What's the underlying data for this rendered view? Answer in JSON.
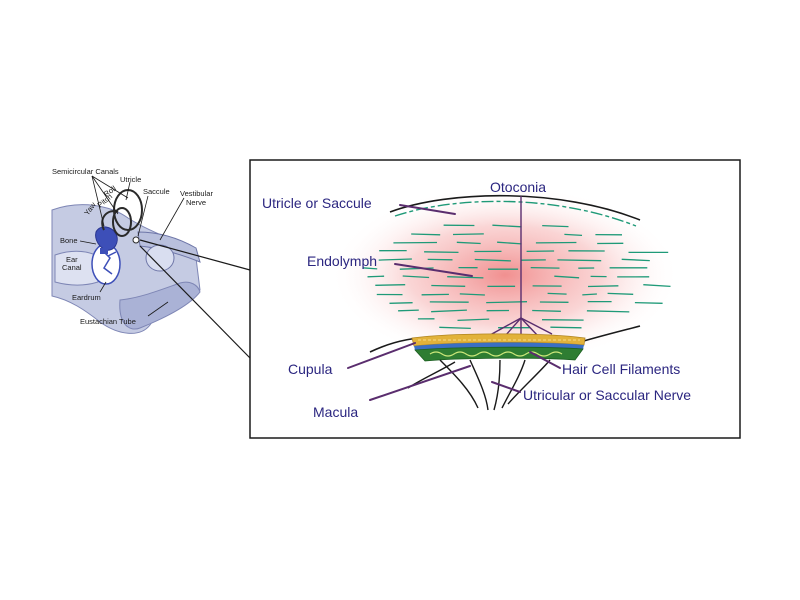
{
  "overview": {
    "labels": {
      "semicircular_canals": "Semicircular Canals",
      "roll": "Roll",
      "pitch": "Pitch",
      "yaw": "Yaw",
      "utricle": "Utricle",
      "saccule": "Saccule",
      "vestibular_nerve_line1": "Vestibular",
      "vestibular_nerve_line2": "Nerve",
      "bone": "Bone",
      "ear_canal_line1": "Ear",
      "ear_canal_line2": "Canal",
      "eardrum": "Eardrum",
      "eustachian_tube": "Eustachian Tube"
    }
  },
  "detail": {
    "labels": {
      "utricle_or_saccule": "Utricle or Saccule",
      "otoconia": "Otoconia",
      "endolymph": "Endolymph",
      "cupula": "Cupula",
      "hair_cell_filaments": "Hair Cell Filaments",
      "macula": "Macula",
      "utricular_or_saccular_nerve": "Utricular or Saccular Nerve"
    }
  },
  "colors": {
    "label_text": "#2b2680",
    "leader_line": "#5a2d6e",
    "endolymph_lines": "#1f9a78",
    "glow": "#f08a8a",
    "cupula_layer": "#e2b23a",
    "macula_layer": "#2e7d32",
    "anatomy_blue": "#3d4fb8",
    "tissue_grey": "#b8bfd8"
  }
}
